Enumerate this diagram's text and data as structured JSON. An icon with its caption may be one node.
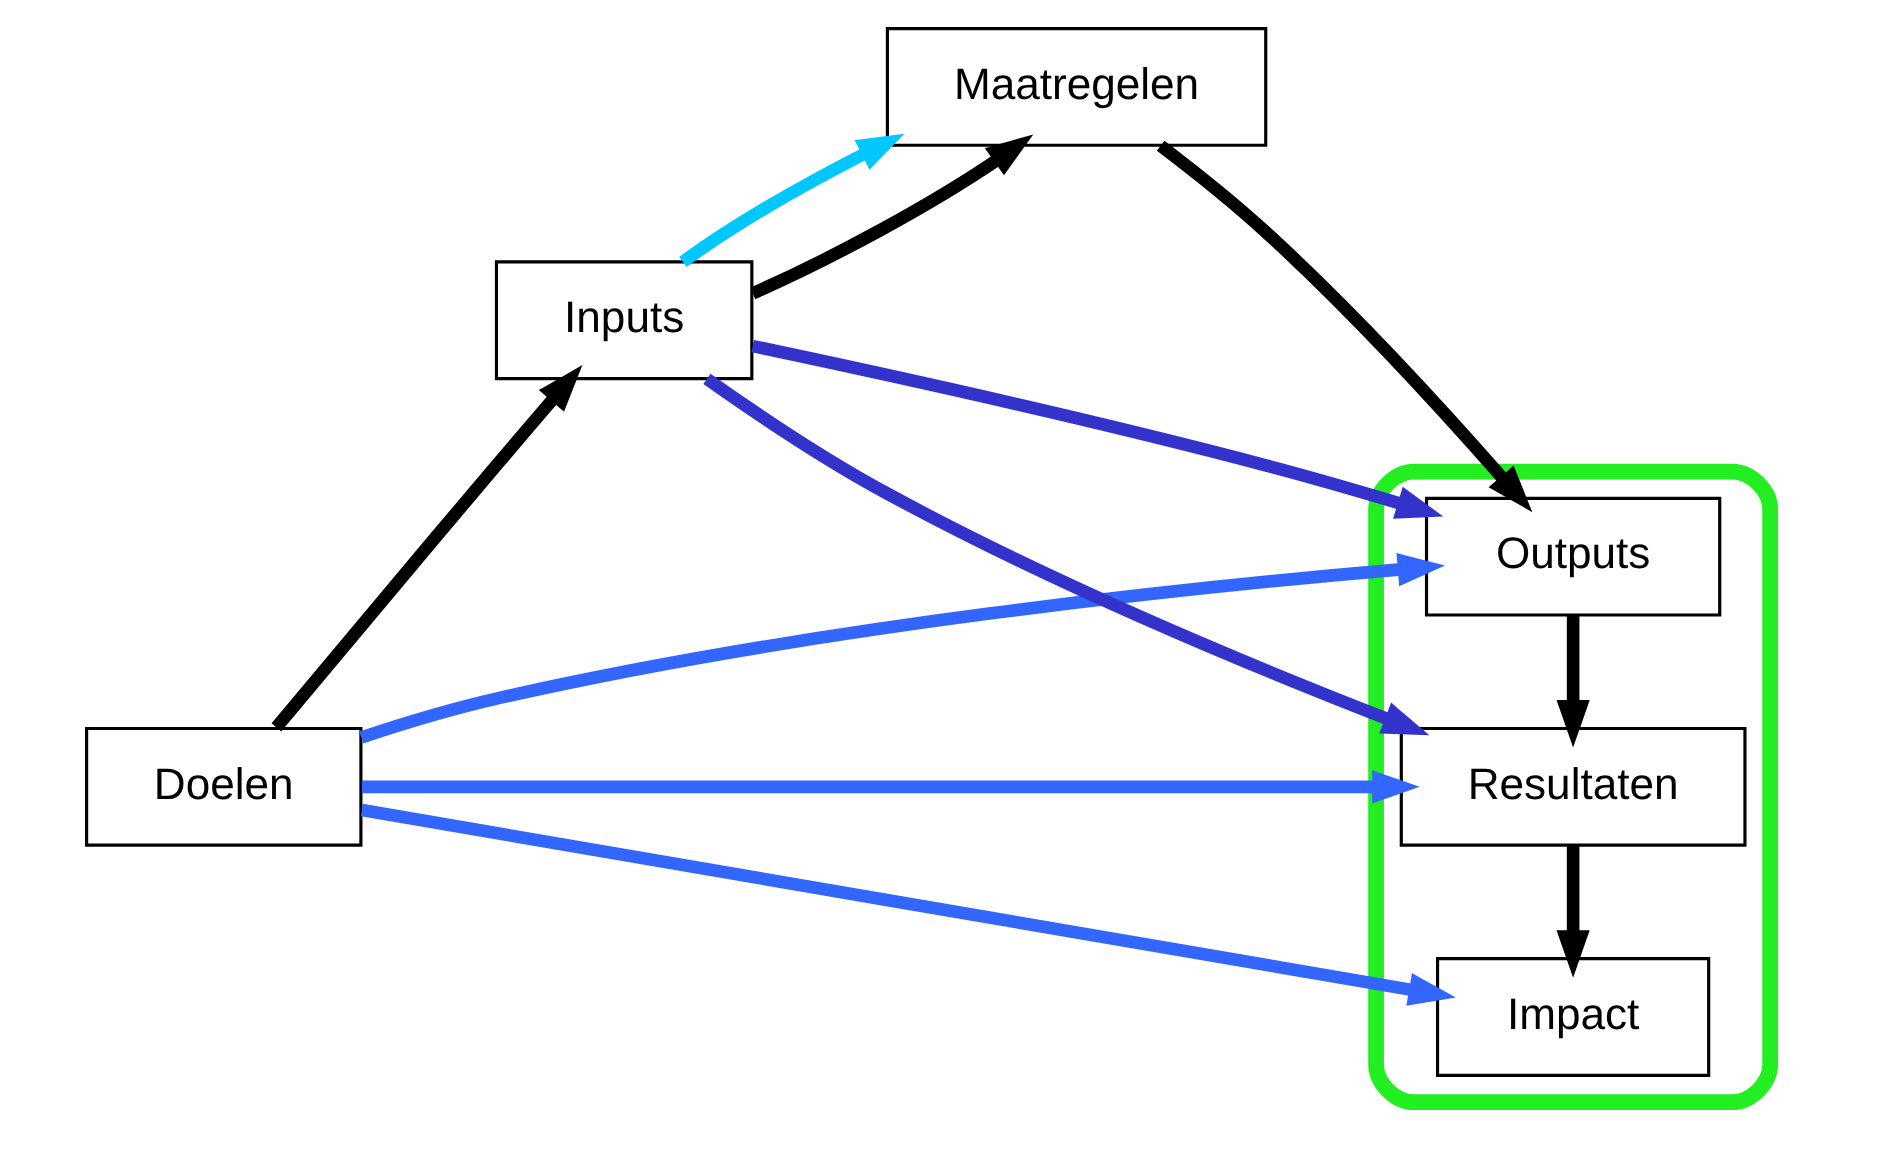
{
  "diagram": {
    "nodes": [
      {
        "text": [
          "Doelen"
        ]
      },
      {
        "text": [
          "Inputs"
        ]
      },
      {
        "text": [
          "Maatregelen"
        ]
      },
      {
        "text": [],
        "shape": "ellipse"
      },
      {
        "text": [
          "Impact"
        ],
        "in": 3
      },
      {
        "text": [
          "Resultaten"
        ],
        "in": 3
      },
      {
        "text": [
          "Outputs"
        ],
        "in": 3
      }
    ],
    "edges": [
      {
        "from": 0,
        "to": 1,
        "arrow": "to",
        "color": "#000000"
      },
      {
        "from": 1,
        "to": 2,
        "arrow": "to",
        "color": "#000000"
      },
      {
        "from": 2,
        "to": 6,
        "arrow": "to",
        "color": "#000000"
      },
      {
        "from": 6,
        "to": 5,
        "arrow": "to",
        "color": "#000000"
      },
      {
        "from": 5,
        "to": 4,
        "arrow": "to",
        "color": "#000000"
      },
      {
        "from": 1,
        "to": 2,
        "arrow": "to",
        "color": "#00c8ff"
      },
      {
        "from": 1,
        "to": 6,
        "arrow": "to",
        "color": "#3333cc"
      },
      {
        "from": 1,
        "to": 5,
        "arrow": "to",
        "color": "#3333cc"
      },
      {
        "from": 0,
        "to": 4,
        "arrow": "to",
        "color": "#3366ff"
      },
      {
        "from": 0,
        "to": 5,
        "arrow": "to",
        "color": "#3366ff"
      },
      {
        "from": 0,
        "to": 6,
        "arrow": "to",
        "color": "#3366ff"
      }
    ]
  }
}
